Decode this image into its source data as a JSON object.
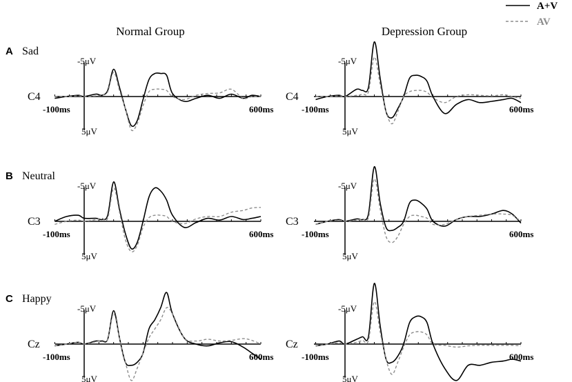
{
  "legend": {
    "items": [
      {
        "label": "A+V",
        "style": "solid",
        "color": "#000000"
      },
      {
        "label": "AV",
        "style": "dashed",
        "color": "#8c8c8c"
      }
    ]
  },
  "columns": [
    "Normal Group",
    "Depression Group"
  ],
  "rows": [
    {
      "letter": "A",
      "label": "Sad",
      "electrode": "C4"
    },
    {
      "letter": "B",
      "label": "Neutral",
      "electrode": "C3"
    },
    {
      "letter": "C",
      "label": "Happy",
      "electrode": "Cz"
    }
  ],
  "tick_labels": {
    "neg": "-5μV",
    "pos": "5μV",
    "start": "-100ms",
    "end": "600ms"
  },
  "chart_data": [
    {
      "type": "line",
      "row": "Sad",
      "group": "Normal Group",
      "electrode": "C4",
      "x_units": "ms",
      "y_units": "μV",
      "xlim": [
        -100,
        600
      ],
      "ylim": [
        -5,
        5
      ],
      "y_inverted": true,
      "series": [
        {
          "name": "A+V",
          "x": [
            -100,
            -60,
            -20,
            0,
            40,
            60,
            80,
            100,
            120,
            140,
            160,
            180,
            200,
            220,
            240,
            260,
            280,
            300,
            340,
            380,
            420,
            460,
            500,
            540,
            570,
            600
          ],
          "y": [
            0.3,
            0,
            -0.2,
            0,
            -0.4,
            -0.2,
            -1,
            -4.5,
            -1.5,
            2,
            4.8,
            4,
            0.5,
            -2.8,
            -3.8,
            -3.8,
            -3.5,
            -0.5,
            0.8,
            0.3,
            -0.2,
            0.3,
            -0.4,
            0.3,
            -0.2,
            0
          ]
        },
        {
          "name": "AV",
          "x": [
            -100,
            -60,
            -20,
            0,
            40,
            60,
            80,
            100,
            120,
            140,
            160,
            180,
            200,
            220,
            240,
            260,
            280,
            300,
            340,
            380,
            420,
            460,
            500,
            540,
            570,
            600
          ],
          "y": [
            0,
            0,
            -0.1,
            0,
            -0.1,
            -0.2,
            -0.8,
            -4,
            -1,
            2,
            5.5,
            4.5,
            1.5,
            -0.8,
            -1.2,
            -1.2,
            -1,
            0,
            0.5,
            -0.2,
            -0.5,
            -0.6,
            -1.2,
            0.3,
            0,
            0
          ]
        }
      ]
    },
    {
      "type": "line",
      "row": "Sad",
      "group": "Depression Group",
      "electrode": "C4",
      "x_units": "ms",
      "y_units": "μV",
      "xlim": [
        -100,
        600
      ],
      "ylim": [
        -5,
        5
      ],
      "y_inverted": true,
      "series": [
        {
          "name": "A+V",
          "x": [
            -100,
            -60,
            -20,
            0,
            40,
            60,
            80,
            100,
            120,
            140,
            160,
            180,
            200,
            220,
            240,
            260,
            280,
            300,
            340,
            380,
            420,
            460,
            500,
            540,
            570,
            600
          ],
          "y": [
            0.5,
            0,
            -0.2,
            0,
            -1.2,
            -1,
            -1.5,
            -9,
            -3,
            2.5,
            3.5,
            2,
            0,
            -3,
            -3.5,
            -3.3,
            -2.5,
            0,
            2.8,
            1.3,
            0.5,
            1,
            0.8,
            0.5,
            0.3,
            1
          ]
        },
        {
          "name": "AV",
          "x": [
            -100,
            -60,
            -20,
            0,
            40,
            60,
            80,
            100,
            120,
            140,
            160,
            180,
            200,
            220,
            240,
            260,
            280,
            300,
            340,
            380,
            420,
            460,
            500,
            540,
            570,
            600
          ],
          "y": [
            0,
            0,
            -0.1,
            0,
            -0.2,
            -0.4,
            -0.8,
            -6.5,
            -2,
            2.5,
            4.5,
            2.5,
            0,
            -0.8,
            -1,
            -1,
            -0.7,
            0.2,
            1,
            0,
            -0.3,
            -0.2,
            -0.1,
            -0.3,
            0,
            0.3
          ]
        }
      ]
    },
    {
      "type": "line",
      "row": "Neutral",
      "group": "Normal Group",
      "electrode": "C3",
      "x_units": "ms",
      "y_units": "μV",
      "xlim": [
        -100,
        600
      ],
      "ylim": [
        -5,
        5
      ],
      "y_inverted": true,
      "series": [
        {
          "name": "A+V",
          "x": [
            -100,
            -60,
            -20,
            0,
            40,
            60,
            80,
            100,
            120,
            140,
            160,
            180,
            200,
            220,
            240,
            260,
            280,
            300,
            340,
            380,
            420,
            460,
            500,
            540,
            570,
            600
          ],
          "y": [
            0,
            -0.8,
            -1,
            -0.5,
            -0.5,
            -0.3,
            -1,
            -6.5,
            -2,
            2,
            4.5,
            3.5,
            0,
            -4,
            -5.5,
            -5,
            -3.5,
            -1,
            1,
            0.2,
            -0.5,
            -0.2,
            -0.8,
            -0.3,
            -0.5,
            -0.8
          ]
        },
        {
          "name": "AV",
          "x": [
            -100,
            -60,
            -20,
            0,
            40,
            60,
            80,
            100,
            120,
            140,
            160,
            180,
            200,
            220,
            240,
            260,
            280,
            300,
            340,
            380,
            420,
            460,
            500,
            540,
            570,
            600
          ],
          "y": [
            0.5,
            0,
            -0.2,
            0,
            -0.3,
            -0.5,
            -0.5,
            -5.5,
            -1.5,
            3,
            5,
            4,
            1,
            -0.6,
            -1,
            -1,
            -0.8,
            0,
            0.4,
            -0.4,
            -0.8,
            -0.8,
            -1.5,
            -1.8,
            -2.2,
            -2.3
          ]
        }
      ]
    },
    {
      "type": "line",
      "row": "Neutral",
      "group": "Depression Group",
      "electrode": "C3",
      "x_units": "ms",
      "y_units": "μV",
      "xlim": [
        -100,
        600
      ],
      "ylim": [
        -5,
        5
      ],
      "y_inverted": true,
      "series": [
        {
          "name": "A+V",
          "x": [
            -100,
            -60,
            -20,
            0,
            40,
            60,
            80,
            100,
            120,
            140,
            160,
            180,
            200,
            220,
            240,
            260,
            280,
            300,
            340,
            380,
            420,
            460,
            500,
            540,
            570,
            600
          ],
          "y": [
            0.5,
            0,
            -0.3,
            0,
            -0.4,
            -0.3,
            -1.2,
            -9,
            -3,
            1,
            1.5,
            1,
            0,
            -3,
            -3.5,
            -3,
            -2,
            0,
            0.8,
            -0.3,
            -0.8,
            -0.8,
            -1.2,
            -1.8,
            -1.2,
            0.3
          ]
        },
        {
          "name": "AV",
          "x": [
            -100,
            -60,
            -20,
            0,
            40,
            60,
            80,
            100,
            120,
            140,
            160,
            180,
            200,
            220,
            240,
            260,
            280,
            300,
            340,
            380,
            420,
            460,
            500,
            540,
            570,
            600
          ],
          "y": [
            0.5,
            0,
            -0.2,
            0,
            -0.2,
            -0.4,
            -0.6,
            -7,
            -2,
            2.5,
            3.5,
            2.5,
            0.5,
            -0.8,
            -1,
            -0.8,
            -0.5,
            0.5,
            0.5,
            -0.3,
            -0.8,
            -1,
            -1.2,
            -1.2,
            -1,
            0
          ]
        }
      ]
    },
    {
      "type": "line",
      "row": "Happy",
      "group": "Normal Group",
      "electrode": "Cz",
      "x_units": "ms",
      "y_units": "μV",
      "xlim": [
        -100,
        600
      ],
      "ylim": [
        -5,
        5
      ],
      "y_inverted": true,
      "series": [
        {
          "name": "A+V",
          "x": [
            -100,
            -60,
            -20,
            0,
            40,
            60,
            80,
            100,
            120,
            140,
            160,
            180,
            200,
            220,
            240,
            260,
            280,
            300,
            340,
            380,
            420,
            460,
            500,
            540,
            570,
            600
          ],
          "y": [
            0.3,
            0,
            -0.3,
            0,
            -0.5,
            -0.5,
            -0.8,
            -5.5,
            -1,
            3,
            3.5,
            3,
            1.5,
            -2.5,
            -4,
            -6,
            -8.5,
            -5,
            -1,
            0,
            0.3,
            -0.2,
            -0.4,
            0.5,
            1.5,
            2.5
          ]
        },
        {
          "name": "AV",
          "x": [
            -100,
            -60,
            -20,
            0,
            40,
            60,
            80,
            100,
            120,
            140,
            160,
            180,
            200,
            220,
            240,
            260,
            280,
            300,
            340,
            380,
            420,
            460,
            500,
            540,
            570,
            600
          ],
          "y": [
            0.3,
            0,
            -0.3,
            0,
            -0.4,
            -0.6,
            -0.8,
            -5,
            -1,
            3,
            6,
            4,
            1.5,
            -1,
            -2.5,
            -4,
            -6,
            -5,
            -1,
            -0.5,
            -0.8,
            -0.5,
            -0.6,
            -0.9,
            -0.6,
            0
          ]
        }
      ]
    },
    {
      "type": "line",
      "row": "Happy",
      "group": "Depression Group",
      "electrode": "Cz",
      "x_units": "ms",
      "y_units": "μV",
      "xlim": [
        -100,
        600
      ],
      "ylim": [
        -5,
        5
      ],
      "y_inverted": true,
      "series": [
        {
          "name": "A+V",
          "x": [
            -100,
            -60,
            -20,
            0,
            40,
            60,
            80,
            100,
            120,
            140,
            160,
            180,
            200,
            220,
            240,
            260,
            280,
            300,
            340,
            380,
            420,
            460,
            500,
            540,
            570,
            600
          ],
          "y": [
            0.3,
            0,
            -0.5,
            0,
            -0.8,
            -1.2,
            -1.2,
            -10,
            -3,
            2.5,
            3,
            2,
            0,
            -3.5,
            -4.5,
            -4.5,
            -3.5,
            0,
            4,
            6,
            3.5,
            3.5,
            3,
            2.8,
            2.5,
            2.8
          ]
        },
        {
          "name": "AV",
          "x": [
            -100,
            -60,
            -20,
            0,
            40,
            60,
            80,
            100,
            120,
            140,
            160,
            180,
            200,
            220,
            240,
            260,
            280,
            300,
            340,
            380,
            420,
            460,
            500,
            540,
            570,
            600
          ],
          "y": [
            0.3,
            0,
            -0.2,
            0,
            -0.3,
            -0.6,
            -0.6,
            -7,
            -2,
            2.5,
            5,
            3,
            0.5,
            -1.5,
            -2,
            -2,
            -1.5,
            0,
            0.2,
            0.5,
            0.3,
            0.2,
            0.2,
            0.2,
            0.2,
            0.3
          ]
        }
      ]
    }
  ]
}
